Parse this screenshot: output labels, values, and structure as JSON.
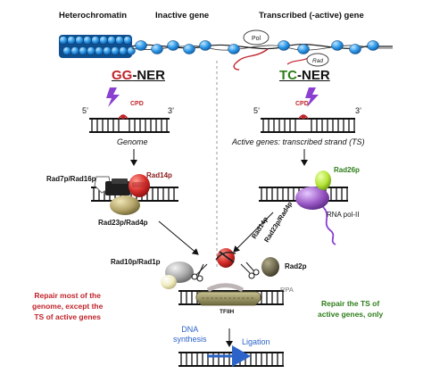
{
  "header": {
    "heterochromatin": "Heterochromatin",
    "inactive_gene": "Inactive gene",
    "transcribed_gene": "Transcribed  (-active)  gene",
    "pol_label": "Pol",
    "rad_label": "Rad"
  },
  "gg_ner": {
    "title_gg": "GG",
    "title_ner": "-NER",
    "five_prime": "5’",
    "three_prime": "3’",
    "cpd": "CPD",
    "caption": "Genome",
    "rad14p": "Rad14p",
    "rad7p_rad16p": "Rad7p/Rad16p",
    "rad23p_rad4p": "Rad23p/Rad4p"
  },
  "tc_ner": {
    "title_tc": "TC",
    "title_ner": "-NER",
    "five_prime": "5’",
    "three_prime": "3’",
    "cpd": "CPD",
    "caption": "Active genes: transcribed strand (TS)",
    "rad26p": "Rad26p",
    "rna_pol": "RNA pol-II",
    "rad14p": "Rad14p",
    "rad23p_rad4p": "Rad23p/Rad4p"
  },
  "common": {
    "rad10p_rad1p": "Rad10p/Rad1p",
    "rad2p": "Rad2p",
    "rpa": "RPA",
    "tfiih": "TFIIH",
    "dna_synthesis_1": "DNA",
    "dna_synthesis_2": "synthesis",
    "ligation": "Ligation"
  },
  "notes": {
    "gg_line1": "Repair most of the",
    "gg_line2": "genome, except the",
    "gg_line3": "TS of  active genes",
    "tc_line1": "Repair the TS of",
    "tc_line2": "active genes, only"
  },
  "colors": {
    "gg_red": "#c0242b",
    "tc_green": "#2e7d1a",
    "nucleosome_blue": "#1f8fe0",
    "synthesis_blue": "#2b63c8",
    "rad14_red": "#d6312f",
    "rad26_green": "#b7e63a",
    "pol_purple": "#9b59c6",
    "khaki": "#b5a56a",
    "tfiih": "#8f8a55",
    "lightning": "#8a3fd1"
  }
}
